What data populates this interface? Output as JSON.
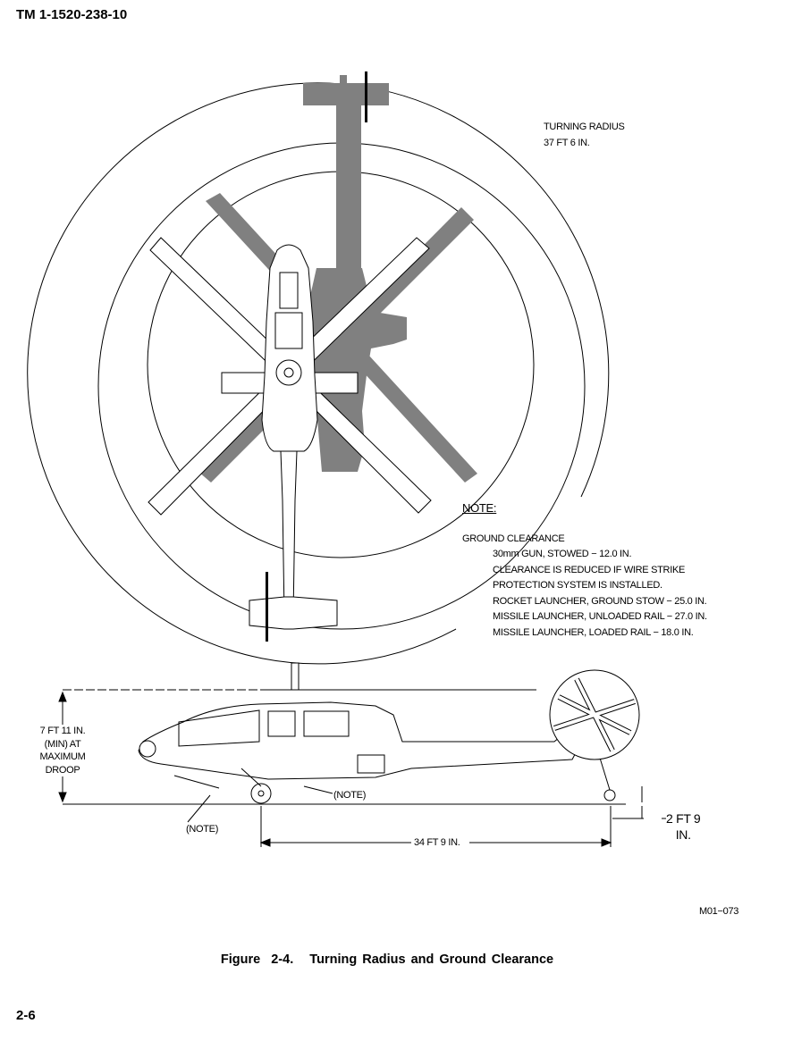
{
  "header": {
    "doc_number": "TM 1-1520-238-10"
  },
  "figure": {
    "turning_radius": {
      "label": "TURNING RADIUS",
      "value": "37 FT 6 IN."
    },
    "note": {
      "title": "NOTE:",
      "heading": "GROUND CLEARANCE",
      "lines": [
        "30mm GUN, STOWED − 12.0 IN.",
        "CLEARANCE IS REDUCED IF WIRE STRIKE",
        "PROTECTION SYSTEM IS INSTALLED.",
        "ROCKET LAUNCHER, GROUND STOW − 25.0 IN.",
        "MISSILE LAUNCHER, UNLOADED RAIL − 27.0 IN.",
        "MISSILE LAUNCHER, LOADED RAIL − 18.0 IN."
      ]
    },
    "height_dim": [
      "7 FT 11 IN.",
      "(MIN) AT",
      "MAXIMUM",
      "DROOP"
    ],
    "note_callout_1": "(NOTE)",
    "note_callout_2": "(NOTE)",
    "length_dim": "34 FT 9 IN.",
    "tail_clearance_dim": [
      "2 FT 9",
      "IN."
    ],
    "figure_id": "M01−073",
    "caption": "Figure  2-4.   Turning Radius and Ground Clearance"
  },
  "footer": {
    "page_number": "2-6"
  }
}
